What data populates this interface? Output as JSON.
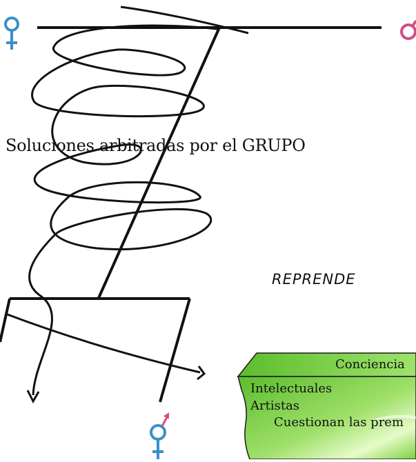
{
  "diagram": {
    "labels": {
      "soluciones": "Soluciones arbitradas por el GRUPO",
      "reprende": "REPRENDE",
      "conciencia": "Conciencia",
      "intelectuales": "Intelectuales",
      "artistas": "Artistas",
      "cuestionan": "Cuestionan las prem"
    },
    "symbols": {
      "top_left": "female-symbol-icon",
      "top_right": "male-symbol-icon",
      "bottom": "female-male-symbol-icon"
    },
    "colors": {
      "line": "#111111",
      "symbol_blue": "#3a8fc9",
      "symbol_pink": "#d24c8a",
      "box_green": "#6cc83a",
      "box_light": "#d9f5b0"
    }
  }
}
